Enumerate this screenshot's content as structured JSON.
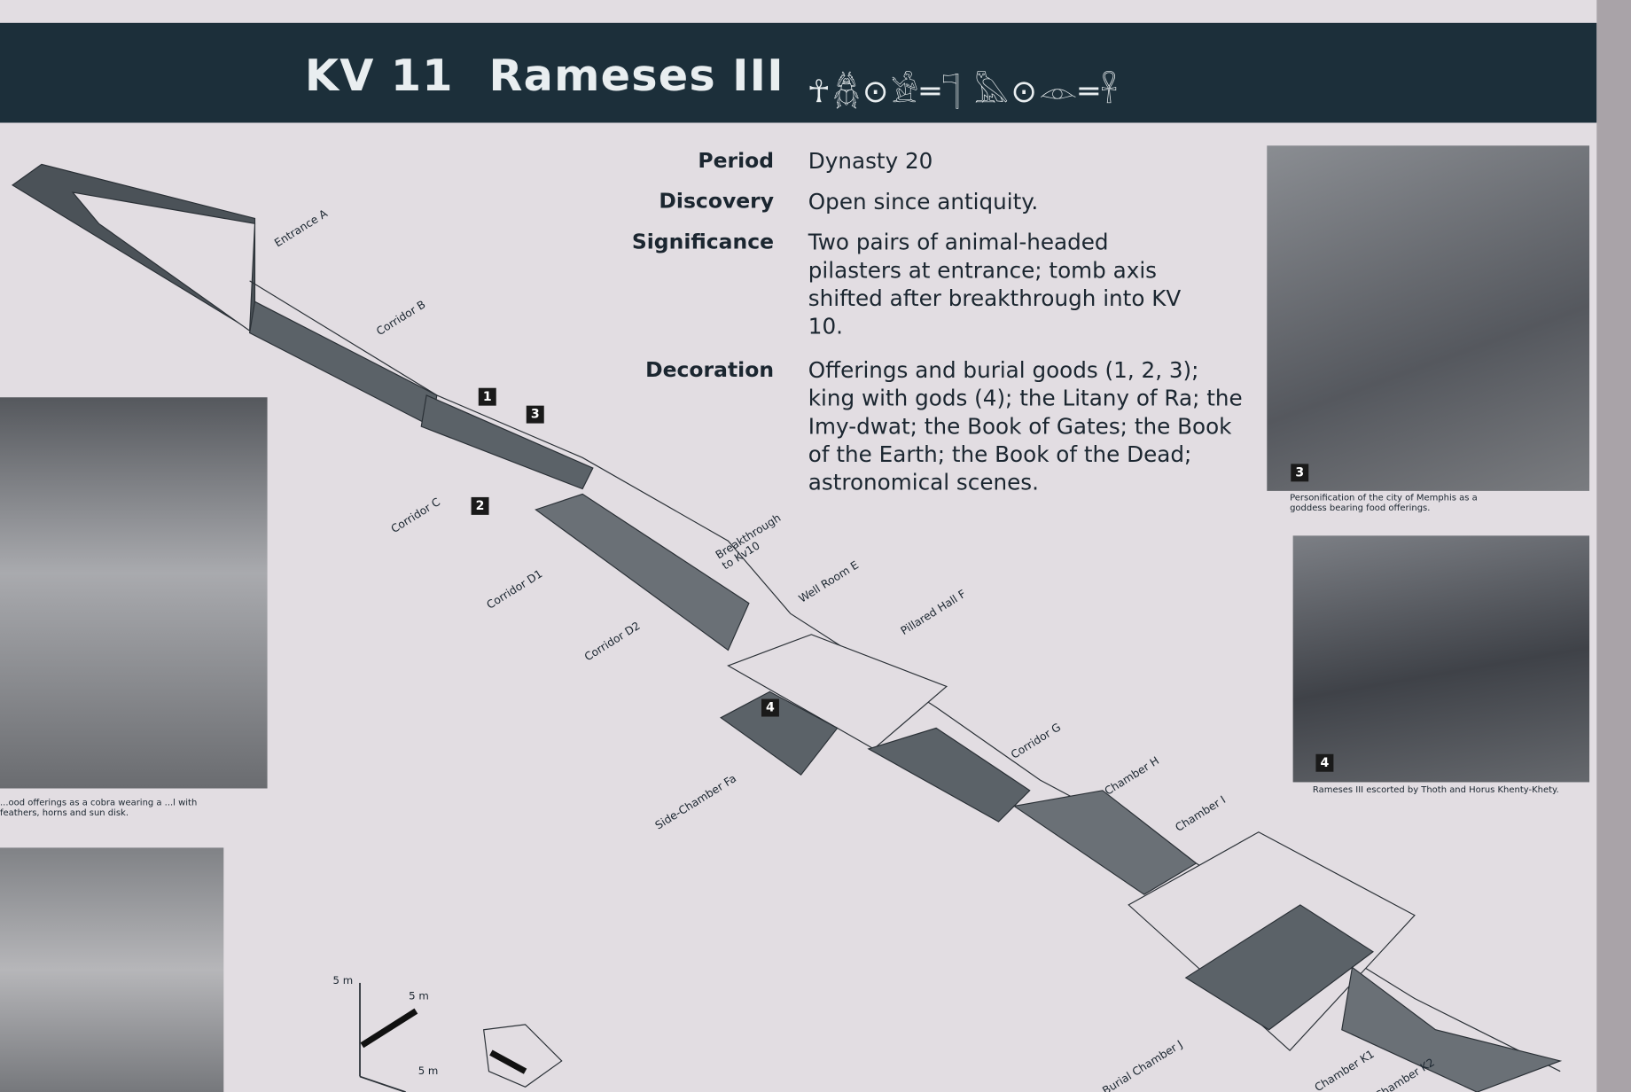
{
  "header": {
    "tomb_id": "KV 11",
    "king": "Rameses III",
    "cartouche": "hieroglyphic-name"
  },
  "info": [
    {
      "label": "Period",
      "value": "Dynasty 20"
    },
    {
      "label": "Discovery",
      "value": "Open since antiquity."
    },
    {
      "label": "Significance",
      "value": "Two pairs of animal-headed pilasters at entrance; tomb axis shifted after breakthrough into KV 10."
    },
    {
      "label": "Decoration",
      "value": "Offerings and burial goods (1, 2, 3); king with gods (4); the Litany of Ra; the Imy-dwat; the Book of Gates; the Book of the Earth; the Book of the Dead; astronomical scenes."
    }
  ],
  "photos": [
    {
      "number": "3",
      "caption": "Personification of the city of Memphis as a goddess bearing food offerings."
    },
    {
      "number": "4",
      "caption": "Rameses III escorted by Thoth and Horus Khenty-Khety."
    },
    {
      "caption": "...ood offerings as a cobra wearing a ...l with feathers, horns and sun disk."
    }
  ],
  "plan_labels": [
    "Entrance A",
    "Corridor B",
    "Corridor C",
    "Corridor D1",
    "Corridor D2",
    "Breakthrough to Kv10",
    "Well Room E",
    "Pillared Hall F",
    "Side-Chamber Fa",
    "Corridor G",
    "Chamber H",
    "Chamber I",
    "Burial Chamber J",
    "Chamber K1",
    "Chamber K2"
  ],
  "plan_markers": [
    "1",
    "3",
    "2",
    "4"
  ],
  "scale": {
    "vertical": "5 m",
    "depth": "5 m",
    "horizontal": "5 m"
  },
  "colors": {
    "banner": "#1c2f3a",
    "ink": "#1b2630",
    "board": "#e2dde2"
  }
}
